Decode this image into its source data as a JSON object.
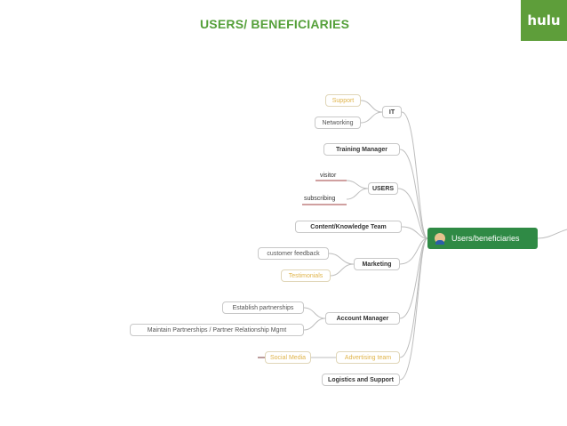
{
  "page": {
    "title": "USERS/ BENEFICIARIES",
    "logo_text": "hulu"
  },
  "mindmap": {
    "central": "Users/beneficiaries",
    "branches": [
      {
        "id": "it",
        "label": "IT",
        "children": [
          "Support",
          "Networking"
        ]
      },
      {
        "id": "training",
        "label": "Training Manager",
        "children": []
      },
      {
        "id": "users",
        "label": "USERS",
        "children": [
          "visitor",
          "subscribing"
        ]
      },
      {
        "id": "content",
        "label": "Content/Knowledge Team",
        "children": []
      },
      {
        "id": "marketing",
        "label": "Marketing",
        "children": [
          "customer feedback",
          "Testimonials"
        ]
      },
      {
        "id": "account",
        "label": "Account Manager",
        "children": [
          "Establish partnerships",
          "Maintain Partnerships / Partner Relationship Mgmt"
        ]
      },
      {
        "id": "advertising",
        "label": "Advertising team",
        "children": [
          "Social Media"
        ]
      },
      {
        "id": "logistics",
        "label": "Logistics and Support",
        "children": []
      }
    ]
  },
  "colors": {
    "accent_green": "#55a03a",
    "central_bg": "#2f8a45",
    "light_text": "#e0b44a"
  }
}
